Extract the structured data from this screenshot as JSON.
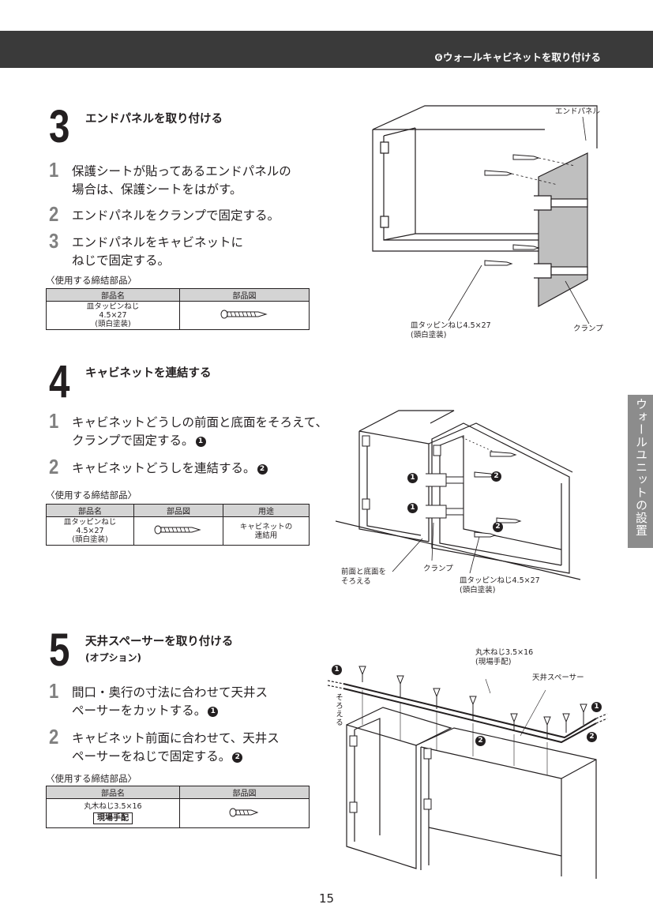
{
  "header": {
    "title": "❻ウォールキャビネットを取り付ける"
  },
  "side_tab": "ウォールユニットの設置",
  "page_number": "15",
  "parts_caption": "〈使用する締結部品〉",
  "sections": [
    {
      "num": "3",
      "title": "エンドパネルを取り付ける",
      "steps": [
        {
          "n": "1",
          "text1": "保護シートが貼ってあるエンドパネルの",
          "text2": "場合は、保護シートをはがす。"
        },
        {
          "n": "2",
          "text1": "エンドパネルをクランプで固定する。"
        },
        {
          "n": "3",
          "text1": "エンドパネルをキャビネットに",
          "text2": "ねじで固定する。"
        }
      ],
      "table": {
        "h1": "部品名",
        "h2": "部品図",
        "name1": "皿タッピンねじ",
        "name2": "4.5×27",
        "name3": "(頭白塗装)"
      },
      "labels": {
        "end_panel": "エンドパネル",
        "screw1": "皿タッピンねじ4.5×27",
        "screw2": "(頭白塗装)",
        "clamp": "クランプ"
      }
    },
    {
      "num": "4",
      "title": "キャビネットを連結する",
      "steps": [
        {
          "n": "1",
          "text1": "キャビネットどうしの前面と底面をそろえて、",
          "text2": "クランプで固定する。",
          "mark": "1"
        },
        {
          "n": "2",
          "text1": "キャビネットどうしを連結する。",
          "mark": "2"
        }
      ],
      "table": {
        "h1": "部品名",
        "h2": "部品図",
        "h3": "用途",
        "name1": "皿タッピンねじ",
        "name2": "4.5×27",
        "name3": "(頭白塗装)",
        "use1": "キャビネットの",
        "use2": "連結用"
      },
      "labels": {
        "align1": "前面と底面を",
        "align2": "そろえる",
        "clamp": "クランプ",
        "screw1": "皿タッピンねじ4.5×27",
        "screw2": "(頭白塗装)",
        "m1": "1",
        "m2": "2"
      }
    },
    {
      "num": "5",
      "title": "天井スペーサーを取り付ける",
      "subtitle": "(オプション)",
      "steps": [
        {
          "n": "1",
          "text1": "間口・奥行の寸法に合わせて天井ス",
          "text2": "ペーサーをカットする。",
          "mark": "1"
        },
        {
          "n": "2",
          "text1": "キャビネット前面に合わせて、天井ス",
          "text2": "ペーサーをねじで固定する。",
          "mark": "2"
        }
      ],
      "table": {
        "h1": "部品名",
        "h2": "部品図",
        "name1": "丸木ねじ3.5×16",
        "name2": "現場手配"
      },
      "labels": {
        "screw1": "丸木ねじ3.5×16",
        "screw2": "(現場手配)",
        "spacer": "天井スペーサー",
        "align": "そろえる",
        "m1": "1",
        "m2": "2"
      }
    }
  ]
}
